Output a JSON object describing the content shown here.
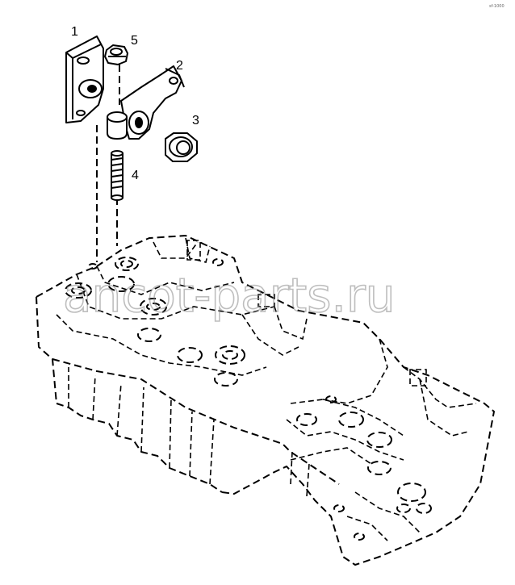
{
  "diagram": {
    "watermark": "ancot-parts.ru",
    "corner_mark": "sf-1000",
    "parts": [
      {
        "label": "1",
        "name": "rocker-arm-support"
      },
      {
        "label": "2",
        "name": "rocker-arm"
      },
      {
        "label": "3",
        "name": "plug"
      },
      {
        "label": "4",
        "name": "adjusting-screw"
      },
      {
        "label": "5",
        "name": "nut"
      }
    ]
  }
}
